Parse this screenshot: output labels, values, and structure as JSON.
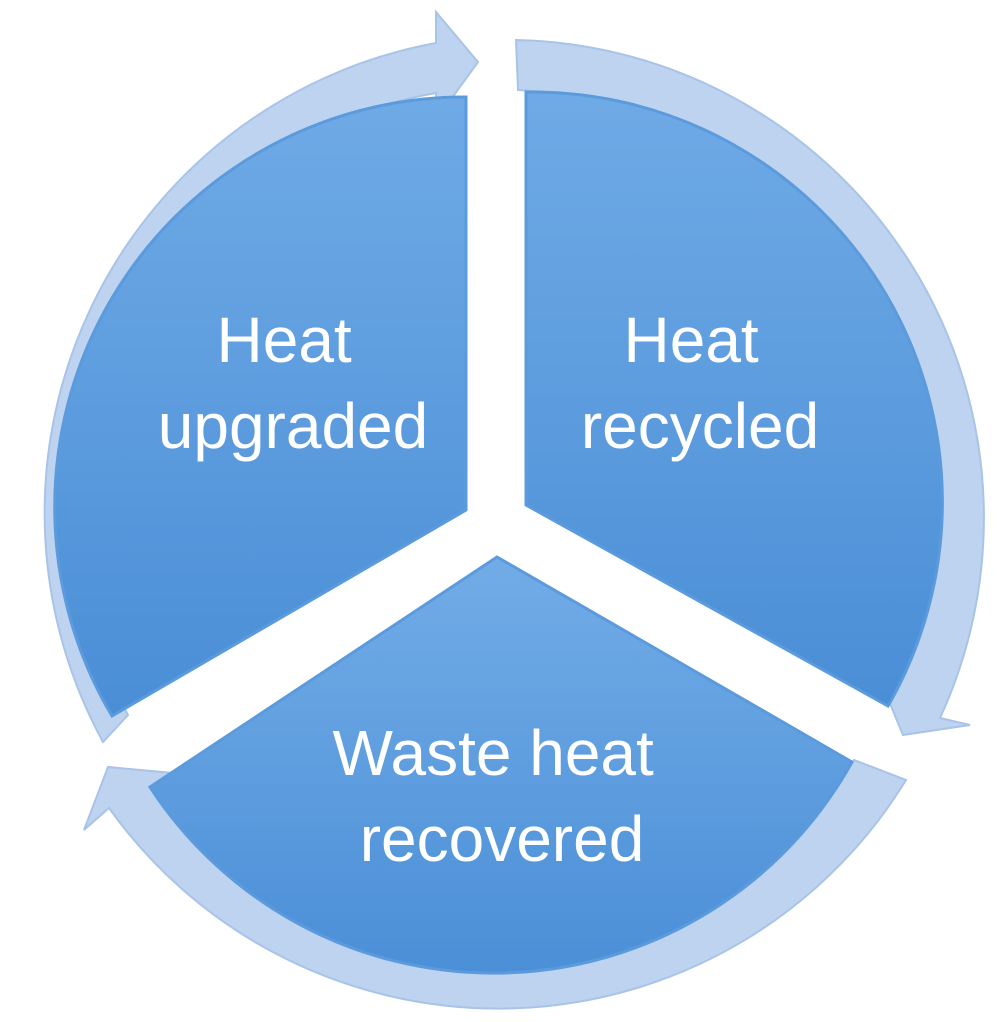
{
  "diagram": {
    "type": "cycle",
    "colors": {
      "segment_top": "#6FAAE6",
      "segment_bottom": "#4A8ED6",
      "arrow_ring": "#BDD3EF",
      "arrow_ring_edge": "#A9C4E8",
      "segment_edge": "#5B9BDD",
      "text": "#FFFFFF"
    },
    "segments": [
      {
        "id": "upgraded",
        "line1": "Heat",
        "line2": "upgraded"
      },
      {
        "id": "recycled",
        "line1": "Heat",
        "line2": "recycled"
      },
      {
        "id": "recovered",
        "line1": "Waste heat",
        "line2": "recovered"
      }
    ],
    "arrows": [
      {
        "icon": "curved-arrow-icon",
        "from": "upgraded",
        "to": "recycled"
      },
      {
        "icon": "curved-arrow-icon",
        "from": "recycled",
        "to": "recovered"
      },
      {
        "icon": "curved-arrow-icon",
        "from": "recovered",
        "to": "upgraded"
      }
    ]
  }
}
